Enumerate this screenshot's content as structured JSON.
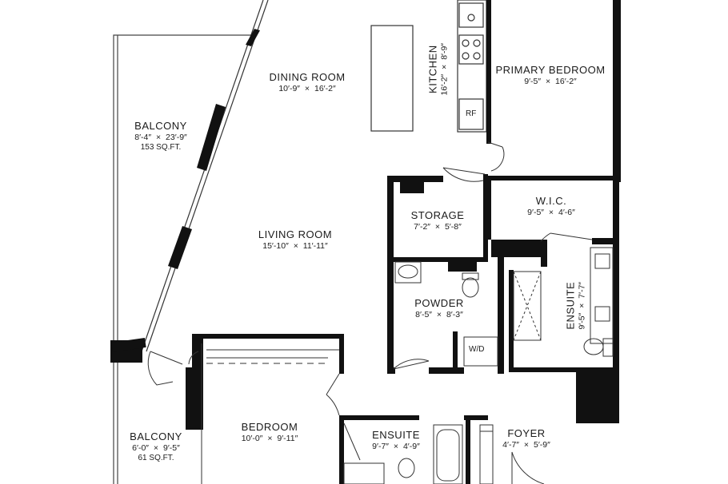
{
  "rooms": {
    "dining_room": {
      "name": "DINING ROOM",
      "dims": "10′-9″ × 16′-2″"
    },
    "kitchen": {
      "name": "KITCHEN",
      "dims": "16′-2″ × 8′-9″"
    },
    "primary_bedroom": {
      "name": "PRIMARY BEDROOM",
      "dims": "9′-5″ × 16′-2″"
    },
    "balcony_large": {
      "name": "BALCONY",
      "dims": "8′-4″ × 23′-9″",
      "area": "153 SQ.FT."
    },
    "storage": {
      "name": "STORAGE",
      "dims": "7′-2″ × 5′-8″"
    },
    "wic": {
      "name": "W.I.C.",
      "dims": "9′-5″ × 4′-6″"
    },
    "living_room": {
      "name": "LIVING ROOM",
      "dims": "15′-10″ × 11′-11″"
    },
    "powder": {
      "name": "POWDER",
      "dims": "8′-5″ × 8′-3″"
    },
    "ensuite_primary": {
      "name": "ENSUITE",
      "dims": "9′-5″ × 7′-7″"
    },
    "bedroom": {
      "name": "BEDROOM",
      "dims": "10′-0″ × 9′-11″"
    },
    "ensuite_second": {
      "name": "ENSUITE",
      "dims": "9′-7″ × 4′-9″"
    },
    "foyer": {
      "name": "FOYER",
      "dims": "4′-7″ × 5′-9″"
    },
    "balcony_small": {
      "name": "BALCONY",
      "dims": "6′-0″ × 9′-5″",
      "area": "61 SQ.FT."
    }
  },
  "fixtures": {
    "fridge": "RF",
    "washer_dryer": "W/D"
  }
}
